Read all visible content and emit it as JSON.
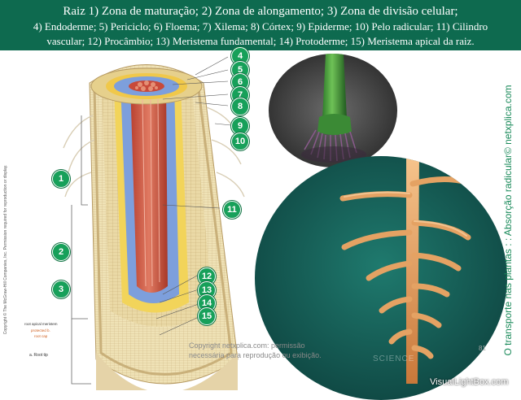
{
  "header": {
    "line1": "Raiz 1) Zona de maturação; 2) Zona de alongamento; 3) Zona de divisão celular;",
    "line2": "4) Endoderme; 5) Periciclo; 6) Floema; 7) Xilema; 8) Córtex; 9) Epiderme; 10) Pelo radicular; 11) Cilindro",
    "line3": "vascular; 12) Procâmbio; 13) Meristema fundamental; 14) Protoderme; 15) Meristema apical da raiz."
  },
  "labels": {
    "n1": "1",
    "n2": "2",
    "n3": "3",
    "n4": "4",
    "n5": "5",
    "n6": "6",
    "n7": "7",
    "n8": "8",
    "n9": "9",
    "n10": "10",
    "n11": "11",
    "n12": "12",
    "n13": "13",
    "n14": "14",
    "n15": "15"
  },
  "diagram_small": {
    "copyright": "Copyright © The McGraw-Hill Companies, Inc. Permission required for reproduction or display.",
    "meristem": "root apical meristem",
    "protected": "protected b.",
    "rootcap_word": "root cap",
    "caption": "a. Root tip"
  },
  "side_text": "O transporte nas plantas : : Absorção radicular© netxplica.com",
  "watermark": {
    "line1": "Copyright netxplica.com: permissão",
    "line2": "necessária para reprodução ou exibição."
  },
  "page_number": "81",
  "science_mark": "SCIENCE",
  "visuallightbox": "VisualLightBox.com",
  "colors": {
    "header_bg": "#0e6a4f",
    "badge": "#17a05a",
    "side_text": "#1a8a5a",
    "xylem": "#c84a3a",
    "phloem": "#6e93d6",
    "cortex": "#e8d9a8"
  }
}
